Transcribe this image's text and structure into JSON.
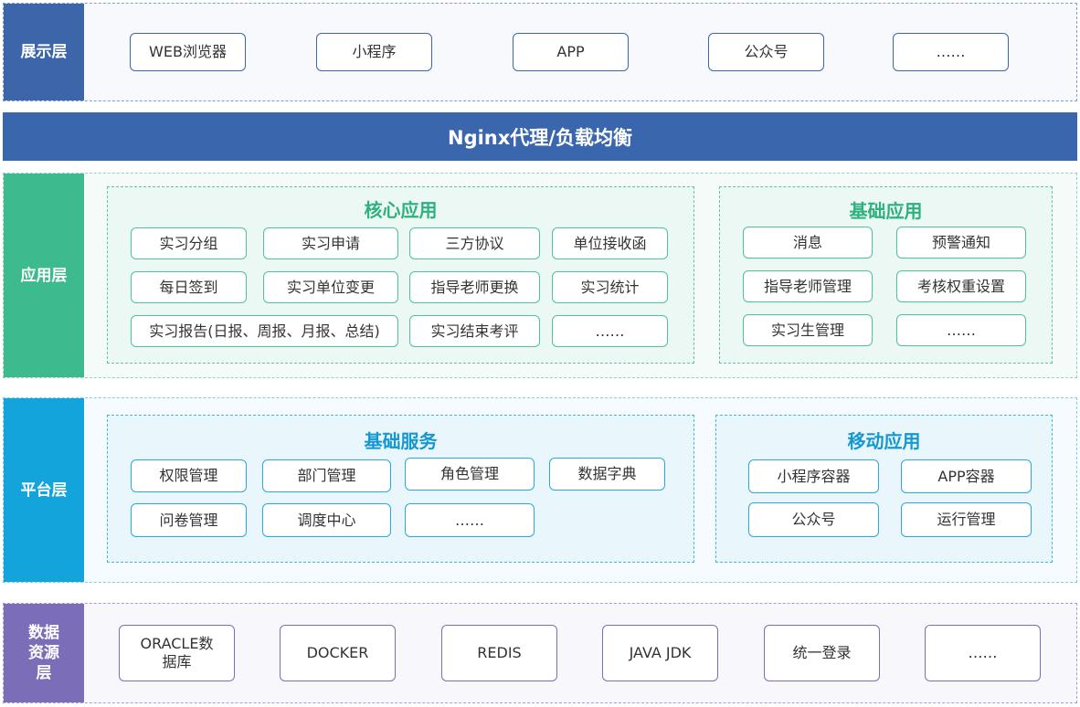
{
  "colors": {
    "presentation": "#3d65aa",
    "nginx": "#3a66ad",
    "application": "#3dba8e",
    "platform": "#12a4db",
    "data": "#7c6db8"
  },
  "presentation": {
    "label": "展示层",
    "items": [
      "WEB浏览器",
      "小程序",
      "APP",
      "公众号",
      "……"
    ]
  },
  "nginx": {
    "label": "Nginx代理/负载均衡"
  },
  "application": {
    "label": "应用层",
    "core": {
      "title": "核心应用",
      "items": [
        "实习分组",
        "实习申请",
        "三方协议",
        "单位接收函",
        "每日签到",
        "实习单位变更",
        "指导老师更换",
        "实习统计",
        "实习报告(日报、周报、月报、总结)",
        "实习结束考评",
        "……"
      ]
    },
    "basic": {
      "title": "基础应用",
      "items": [
        "消息",
        "预警通知",
        "指导老师管理",
        "考核权重设置",
        "实习生管理",
        "……"
      ]
    }
  },
  "platform": {
    "label": "平台层",
    "services": {
      "title": "基础服务",
      "items": [
        "权限管理",
        "部门管理",
        "角色管理",
        "数据字典",
        "问卷管理",
        "调度中心",
        "……"
      ]
    },
    "mobile": {
      "title": "移动应用",
      "items": [
        "小程序容器",
        "APP容器",
        "公众号",
        "运行管理"
      ]
    }
  },
  "data": {
    "label": "数据资源层",
    "items": [
      "ORACLE数据库",
      "DOCKER",
      "REDIS",
      "JAVA JDK",
      "统一登录",
      "……"
    ]
  }
}
